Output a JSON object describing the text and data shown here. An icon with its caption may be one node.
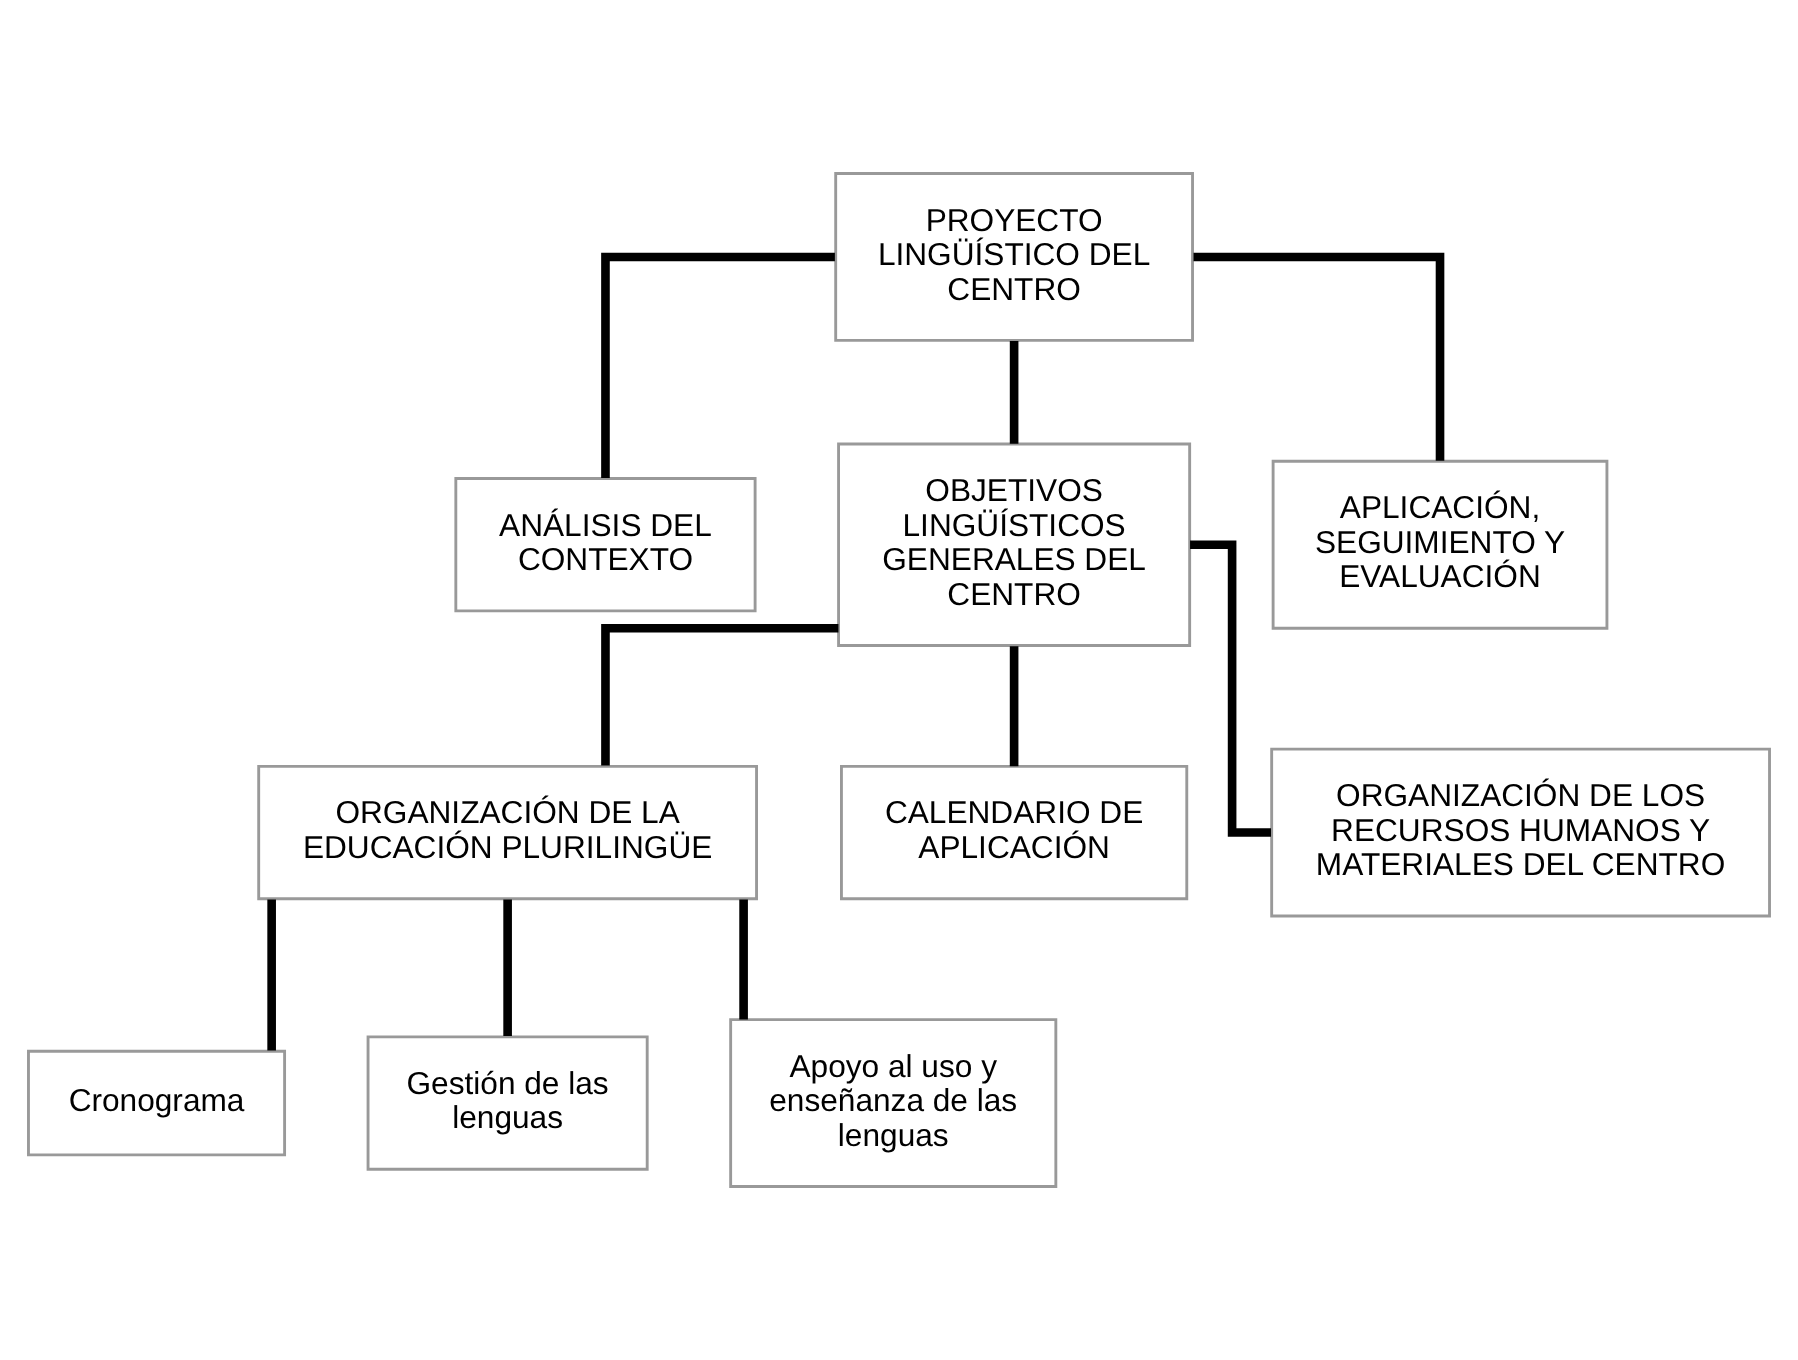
{
  "diagram": {
    "nodes": [
      {
        "text": [
          "PROYECTO LINGÜÍSTICO DEL CENTRO"
        ]
      },
      {
        "text": [
          "ANÁLISIS DEL CONTEXTO"
        ]
      },
      {
        "text": [
          "OBJETIVOS LINGÜÍSTICOS GENERALES DEL CENTRO"
        ]
      },
      {
        "text": [
          "APLICACIÓN, SEGUIMIENTO Y EVALUACIÓN"
        ]
      },
      {
        "text": [
          "ORGANIZACIÓN DE LA EDUCACIÓN PLURILINGÜE"
        ]
      },
      {
        "text": [
          "CALENDARIO DE APLICACIÓN"
        ]
      },
      {
        "text": [
          "ORGANIZACIÓN DE LOS RECURSOS HUMANOS Y MATERIALES DEL CENTRO"
        ]
      },
      {
        "text": [
          "Cronograma"
        ]
      },
      {
        "text": [
          "Gestión de las lenguas"
        ]
      },
      {
        "text": [
          "Apoyo al uso y enseñanza de las lenguas"
        ]
      }
    ],
    "edges": [
      {
        "from": 0,
        "to": 1,
        "arrow": "none"
      },
      {
        "from": 0,
        "to": 2,
        "arrow": "none"
      },
      {
        "from": 0,
        "to": 3,
        "arrow": "none"
      },
      {
        "from": 2,
        "to": 4,
        "arrow": "none"
      },
      {
        "from": 2,
        "to": 5,
        "arrow": "none"
      },
      {
        "from": 2,
        "to": 6,
        "arrow": "none"
      },
      {
        "from": 4,
        "to": 7,
        "arrow": "none"
      },
      {
        "from": 4,
        "to": 8,
        "arrow": "none"
      },
      {
        "from": 4,
        "to": 9,
        "arrow": "none"
      }
    ]
  }
}
